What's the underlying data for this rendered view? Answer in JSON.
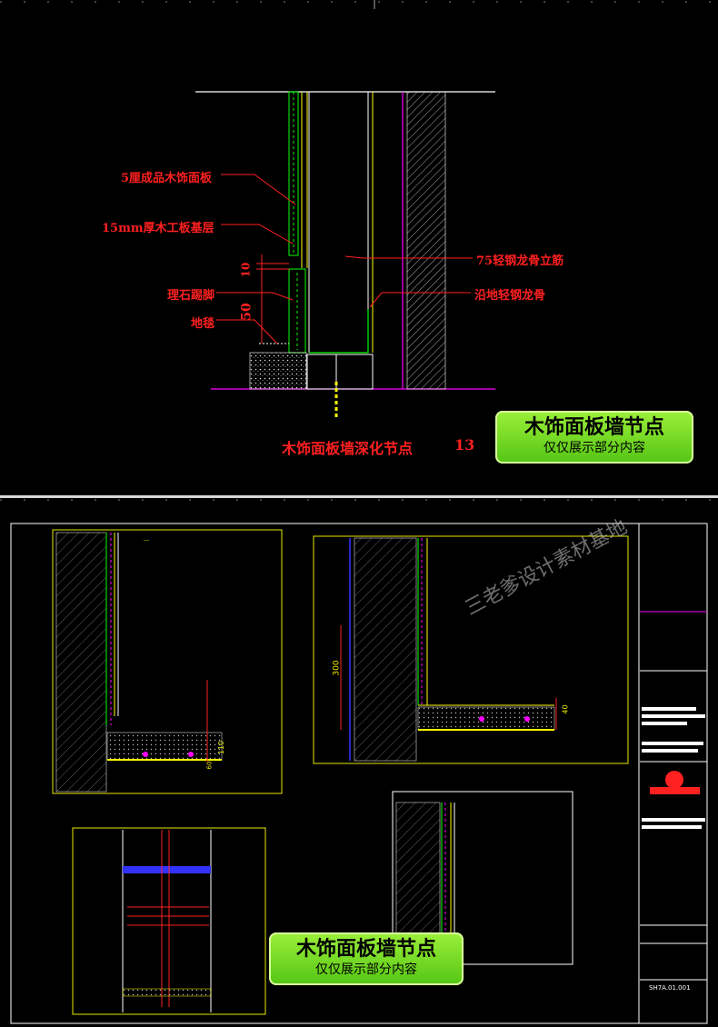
{
  "top_drawing": {
    "labels": {
      "panel": "5厘成品木饰面板",
      "base": "15mm厚木工板基层",
      "stone": "理石踢脚",
      "carpet": "地毯",
      "stud": "75轻钢龙骨立筋",
      "track": "沿地轻钢龙骨"
    },
    "dims": {
      "d10": "10",
      "d50": "50"
    },
    "title": "木饰面板墙深化节点",
    "number": "13"
  },
  "badges": {
    "main": "木饰面板墙节点",
    "sub": "仅仅展示部分内容"
  },
  "watermark": "三老爹设计素材基地",
  "bottom_sheet": {
    "dims": {
      "d300": "300",
      "d40": "40",
      "d110": "110",
      "d60": "60"
    },
    "sheet_code": "SH7A.01.001",
    "colors": {
      "frame": "#e8e800",
      "wall": "#ffffff",
      "accent": "#ff00ff",
      "green": "#00ff00",
      "blue": "#3333ff",
      "red": "#ff2020"
    }
  }
}
